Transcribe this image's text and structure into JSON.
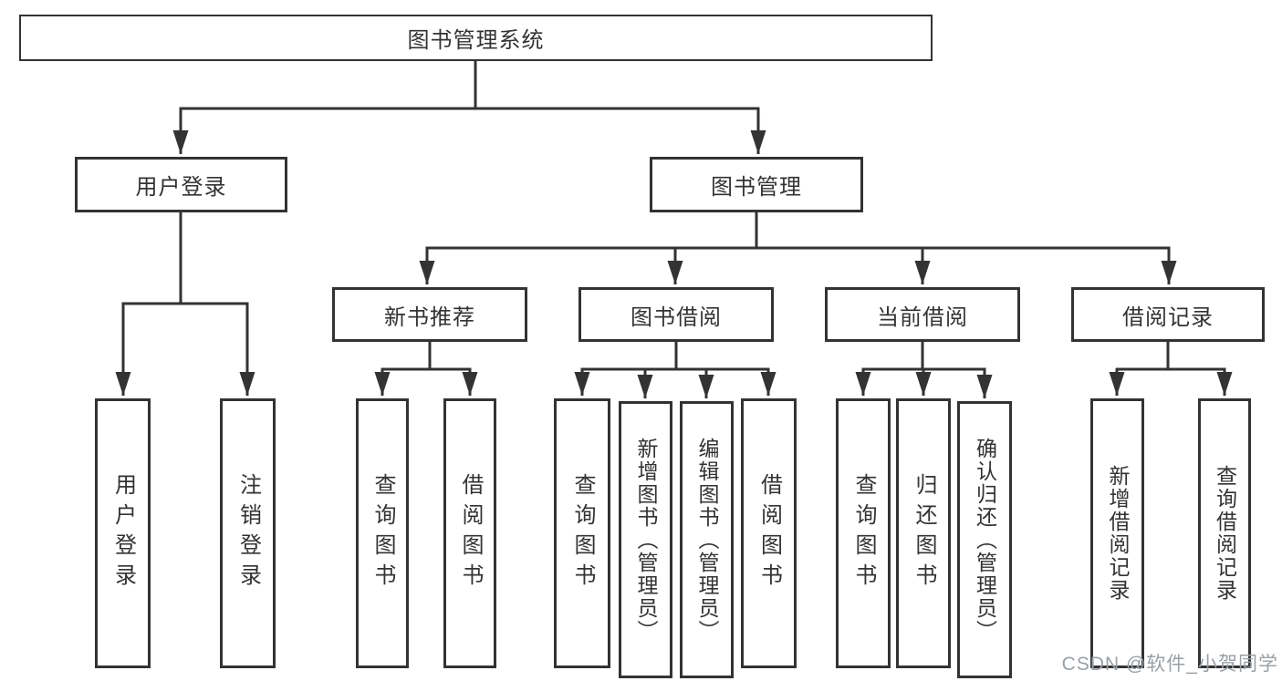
{
  "root": {
    "label": "图书管理系统",
    "children": [
      {
        "label": "用户登录",
        "children": [
          {
            "label": "用户登录"
          },
          {
            "label": "注销登录"
          }
        ]
      },
      {
        "label": "图书管理",
        "children": [
          {
            "label": "新书推荐",
            "children": [
              {
                "label": "查询图书"
              },
              {
                "label": "借阅图书"
              }
            ]
          },
          {
            "label": "图书借阅",
            "children": [
              {
                "label": "查询图书"
              },
              {
                "label": "新增图书（管理员）"
              },
              {
                "label": "编辑图书（管理员）"
              },
              {
                "label": "借阅图书"
              }
            ]
          },
          {
            "label": "当前借阅",
            "children": [
              {
                "label": "查询图书"
              },
              {
                "label": "归还图书"
              },
              {
                "label": "确认归还（管理员）"
              }
            ]
          },
          {
            "label": "借阅记录",
            "children": [
              {
                "label": "新增借阅记录"
              },
              {
                "label": "查询借阅记录"
              }
            ]
          }
        ]
      }
    ]
  },
  "watermark": {
    "text": "CSDN @软件_小贺同学"
  },
  "colors": {
    "line": "#333333",
    "text": "#333333",
    "box_fill": "#ffffff",
    "watermark": "#9aa0a6",
    "background": "#ffffff"
  }
}
